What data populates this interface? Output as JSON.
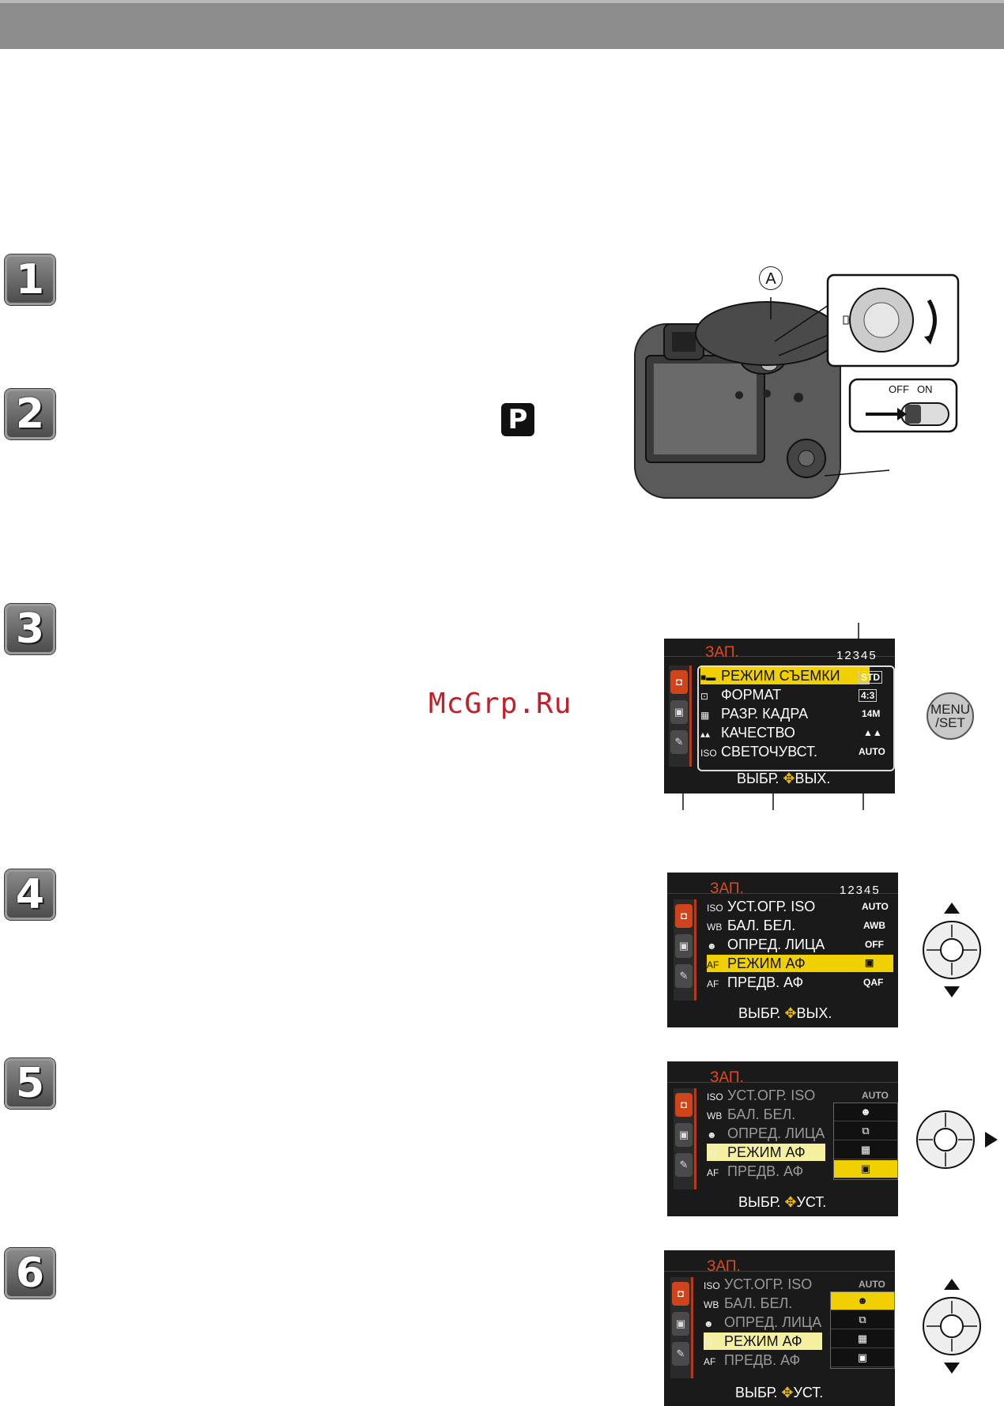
{
  "steps": [
    "1",
    "2",
    "3",
    "4",
    "5",
    "6"
  ],
  "mode_icon": "P",
  "watermark": "McGrp.Ru",
  "callout": "A",
  "power_switch": {
    "off_label": "OFF",
    "on_label": "ON"
  },
  "menu_set_button": {
    "line1": "MENU",
    "line2": "/SET"
  },
  "screen3": {
    "title": "ЗАП.",
    "pages": "12345",
    "rows": [
      {
        "label": "РЕЖИМ СЪЕМКИ",
        "value": "STD",
        "icon": "film-icon"
      },
      {
        "label": "ФОРМАТ",
        "value": "4:3",
        "icon": "aspect-icon"
      },
      {
        "label": "РАЗР. КАДРА",
        "value": "14M",
        "icon": "size-icon"
      },
      {
        "label": "КАЧЕСТВО",
        "value": "▲▲",
        "icon": "quality-icon"
      },
      {
        "label": "СВЕТОЧУВСТ.",
        "value": "AUTO",
        "icon": "iso-icon"
      }
    ],
    "footer_select": "ВЫБР.",
    "footer_exit": "ВЫХ."
  },
  "screen4": {
    "title": "ЗАП.",
    "pages": "12345",
    "rows": [
      {
        "label": "УСТ.ОГР. ISO",
        "value": "AUTO",
        "icon": "iso-limit-icon"
      },
      {
        "label": "БАЛ. БЕЛ.",
        "value": "AWB",
        "icon": "wb-icon"
      },
      {
        "label": "ОПРЕД. ЛИЦА",
        "value": "OFF",
        "icon": "face-icon"
      },
      {
        "label": "РЕЖИМ АФ",
        "value": "▣",
        "icon": "af-mode-icon"
      },
      {
        "label": "ПРЕДВ. АФ",
        "value": "QAF",
        "icon": "pre-af-icon"
      }
    ],
    "footer_select": "ВЫБР.",
    "footer_exit": "ВЫХ."
  },
  "screen5": {
    "title": "ЗАП.",
    "rows": [
      {
        "label": "УСТ.ОГР. ISO",
        "value": "AUTO"
      },
      {
        "label": "БАЛ. БЕЛ."
      },
      {
        "label": "ОПРЕД. ЛИЦА"
      },
      {
        "label": "РЕЖИМ АФ"
      },
      {
        "label": "ПРЕДВ. АФ"
      }
    ],
    "options": [
      "☻",
      "⧉",
      "▦",
      "▣"
    ],
    "footer_select": "ВЫБР.",
    "footer_set": "УСТ."
  },
  "screen6": {
    "title": "ЗАП.",
    "rows": [
      {
        "label": "УСТ.ОГР. ISO",
        "value": "AUTO"
      },
      {
        "label": "БАЛ. БЕЛ."
      },
      {
        "label": "ОПРЕД. ЛИЦА"
      },
      {
        "label": "РЕЖИМ АФ"
      },
      {
        "label": "ПРЕДВ. АФ"
      }
    ],
    "options": [
      "☻",
      "⧉",
      "▦",
      "▣"
    ],
    "footer_select": "ВЫБР.",
    "footer_set": "УСТ."
  },
  "colors": {
    "lcd_title": "#e04a1a",
    "highlight": "#f0d000",
    "watermark": "#c0202a"
  }
}
